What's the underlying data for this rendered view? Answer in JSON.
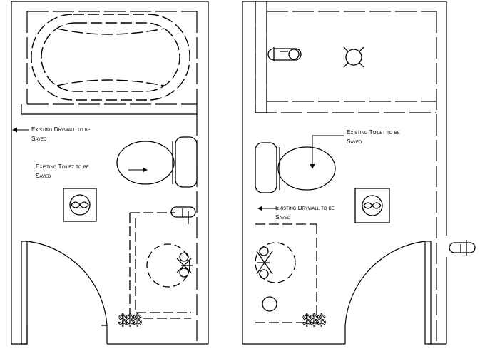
{
  "left_plan": {
    "drywall_note": [
      "Existing Drywall to be",
      "Saved"
    ],
    "toilet_note": [
      "Existing Toilet to be",
      "Saved"
    ],
    "cost_mark": "$$$"
  },
  "right_plan": {
    "toilet_note": [
      "Existing Toilet to be",
      "Saved"
    ],
    "drywall_note": [
      "Existing Drywall to be",
      "Saved"
    ],
    "cost_mark": "$$$"
  }
}
